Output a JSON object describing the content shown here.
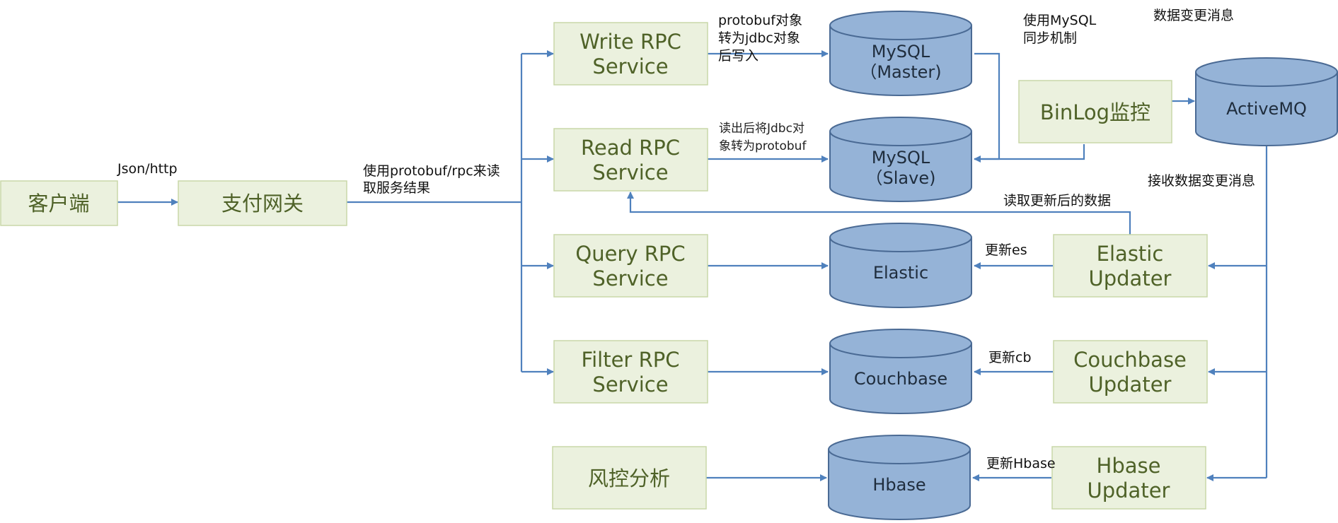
{
  "boxes": {
    "client": "客户端",
    "gateway": "支付网关",
    "write_rpc": [
      "Write RPC",
      "Service"
    ],
    "read_rpc": [
      "Read RPC",
      "Service"
    ],
    "query_rpc": [
      "Query RPC",
      "Service"
    ],
    "filter_rpc": [
      "Filter RPC",
      "Service"
    ],
    "risk": "风控分析",
    "binlog": "BinLog监控",
    "elastic_updater": [
      "Elastic",
      "Updater"
    ],
    "couchbase_updater": [
      "Couchbase",
      "Updater"
    ],
    "hbase_updater": [
      "Hbase",
      "Updater"
    ]
  },
  "databases": {
    "mysql_master": [
      "MySQL",
      "（Master)"
    ],
    "mysql_slave": [
      "MySQL",
      "（Slave)"
    ],
    "elastic": "Elastic",
    "couchbase": "Couchbase",
    "hbase": "Hbase",
    "activemq": "ActiveMQ"
  },
  "labels": {
    "json_http": "Json/http",
    "protobuf_rpc": [
      "使用protobuf/rpc来读",
      "取服务结果"
    ],
    "protobuf_to_jdbc": [
      "protobuf对象",
      "转为jdbc对象",
      "后写入"
    ],
    "jdbc_to_protobuf": [
      "读出后将Jdbc对",
      "象转为protobuf"
    ],
    "mysql_sync": [
      "使用MySQL",
      "同步机制"
    ],
    "data_change_msg": "数据变更消息",
    "receive_change_msg": "接收数据变更消息",
    "read_updated_data": "读取更新后的数据",
    "update_es": "更新es",
    "update_cb": "更新cb",
    "update_hbase": "更新Hbase"
  }
}
